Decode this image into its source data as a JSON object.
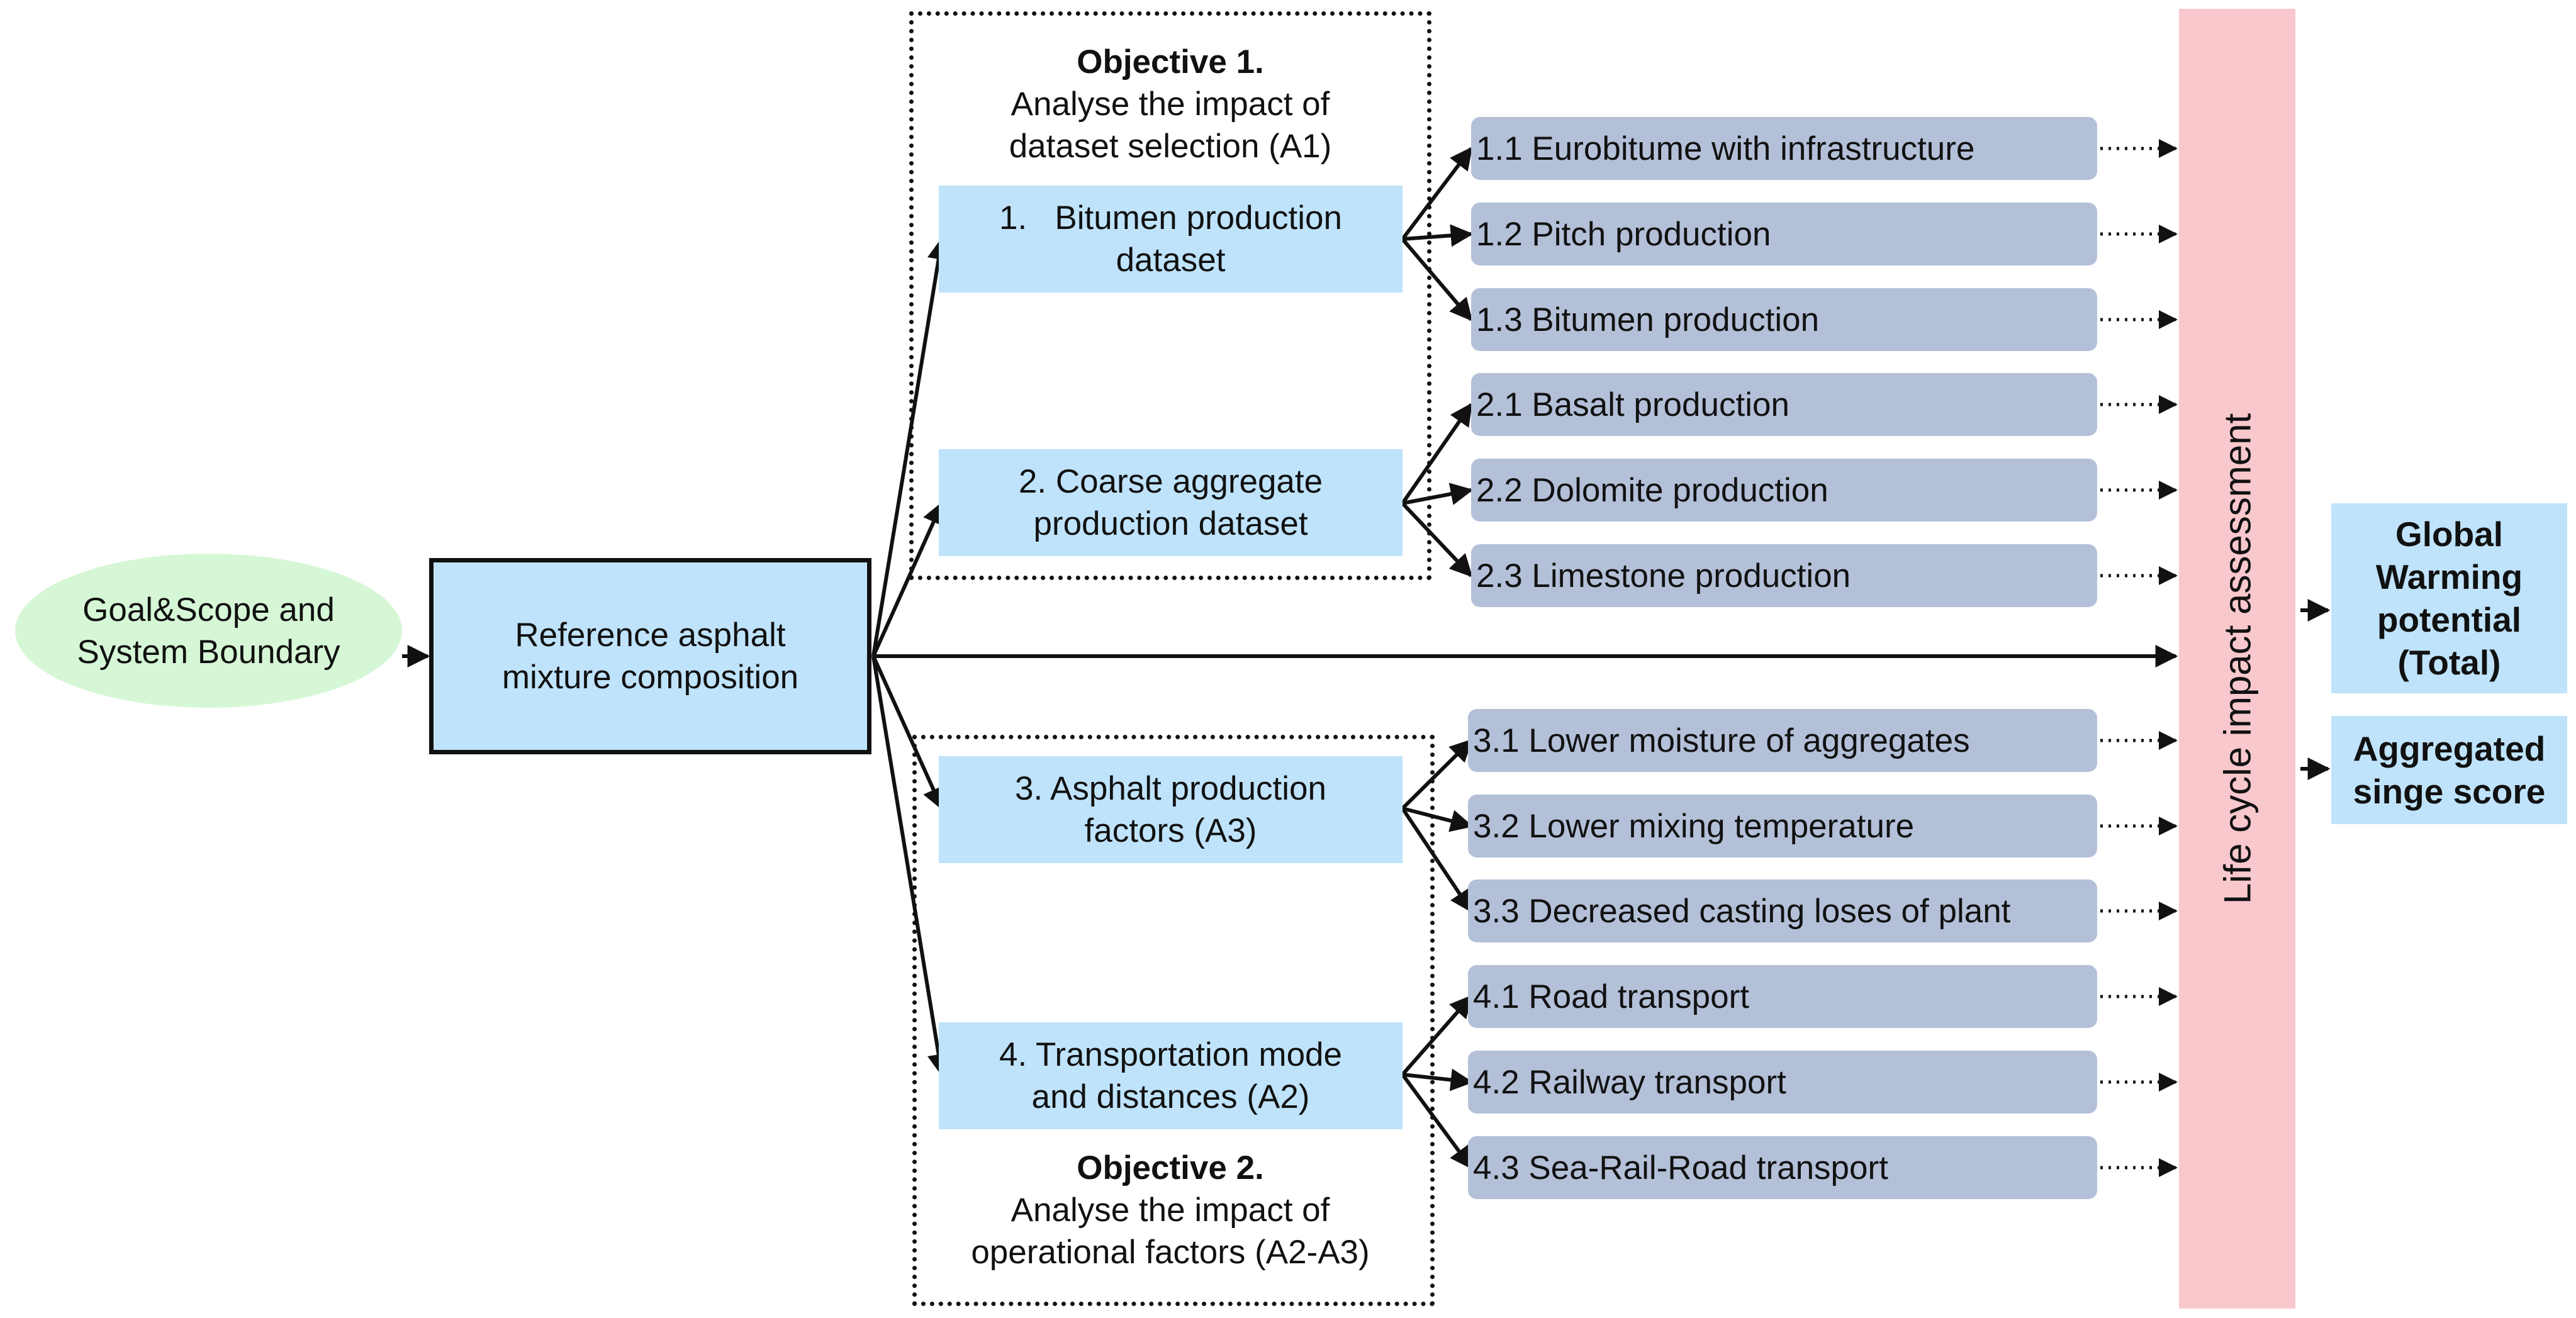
{
  "goal_scope": {
    "lines": [
      "Goal&Scope and",
      "System Boundary"
    ]
  },
  "reference": {
    "lines": [
      "Reference asphalt",
      "mixture composition"
    ]
  },
  "objective1": {
    "title": "Objective 1.",
    "lines": [
      "Analyse the impact of",
      "dataset selection (A1)"
    ]
  },
  "objective2": {
    "title": "Objective 2.",
    "lines": [
      "Analyse the impact of",
      "operational factors (A2-A3)"
    ]
  },
  "categories": [
    {
      "lines": [
        "1.   Bitumen production",
        "dataset"
      ]
    },
    {
      "lines": [
        "2. Coarse aggregate",
        "production dataset"
      ]
    },
    {
      "lines": [
        "3. Asphalt production",
        "factors (A3)"
      ]
    },
    {
      "lines": [
        "4. Transportation mode",
        "and distances (A2)"
      ]
    }
  ],
  "scenarios": [
    "1.1 Eurobitume with infrastructure",
    "1.2 Pitch production",
    "1.3 Bitumen production",
    "2.1 Basalt production",
    "2.2 Dolomite production",
    "2.3 Limestone production",
    "3.1 Lower moisture of aggregates",
    "3.2 Lower mixing temperature",
    "3.3 Decreased casting loses of plant",
    "4.1 Road transport",
    "4.2 Railway transport",
    "4.3 Sea-Rail-Road transport"
  ],
  "lca": {
    "label": "Life cycle impact assessment"
  },
  "results": [
    {
      "lines": [
        "Global",
        "Warming",
        "potential",
        "(Total)"
      ]
    },
    {
      "lines": [
        "Aggregated",
        "singe score"
      ]
    }
  ]
}
